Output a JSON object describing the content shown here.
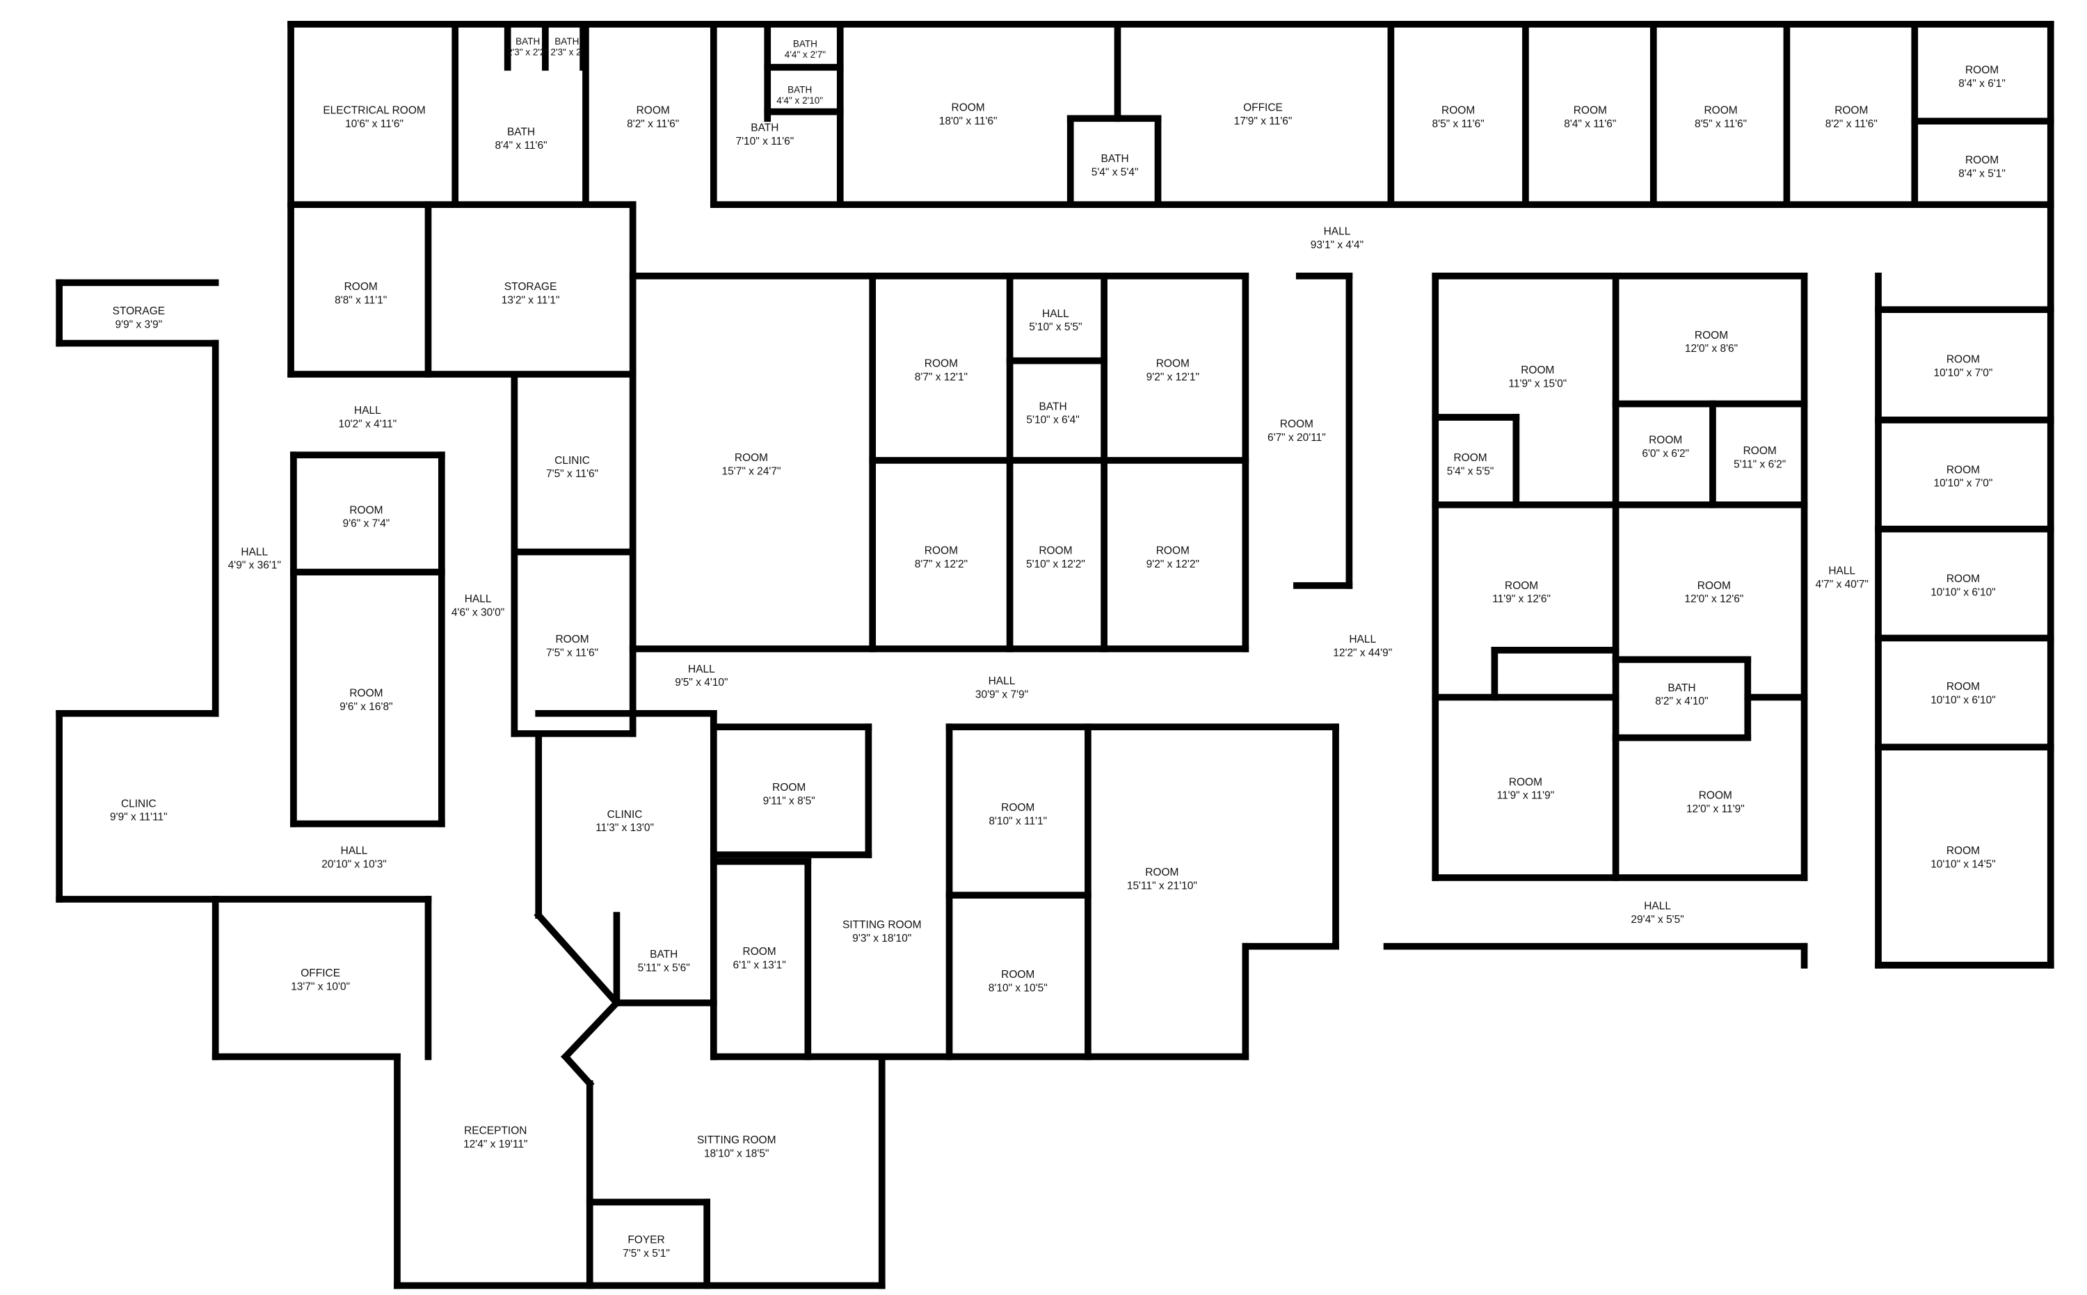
{
  "floor_plan": {
    "rooms": [
      {
        "name": "ELECTRICAL ROOM",
        "dims": "10'6\" x 11'6\""
      },
      {
        "name": "BATH",
        "dims": "2'3\" x 2'2\""
      },
      {
        "name": "BATH",
        "dims": "2'3\" x 2'"
      },
      {
        "name": "BATH",
        "dims": "8'4\" x 11'6\""
      },
      {
        "name": "ROOM",
        "dims": "8'2\" x 11'6\""
      },
      {
        "name": "BATH",
        "dims": "4'4\" x 2'7\""
      },
      {
        "name": "BATH",
        "dims": "4'4\" x 2'10\""
      },
      {
        "name": "BATH",
        "dims": "7'10\" x 11'6\""
      },
      {
        "name": "ROOM",
        "dims": "18'0\" x 11'6\""
      },
      {
        "name": "BATH",
        "dims": "5'4\" x 5'4\""
      },
      {
        "name": "OFFICE",
        "dims": "17'9\" x 11'6\""
      },
      {
        "name": "ROOM",
        "dims": "8'5\" x 11'6\""
      },
      {
        "name": "ROOM",
        "dims": "8'4\" x 11'6\""
      },
      {
        "name": "ROOM",
        "dims": "8'5\" x 11'6\""
      },
      {
        "name": "ROOM",
        "dims": "8'2\" x 11'6\""
      },
      {
        "name": "ROOM",
        "dims": "8'4\" x 6'1\""
      },
      {
        "name": "ROOM",
        "dims": "8'4\" x 5'1\""
      },
      {
        "name": "HALL",
        "dims": "93'1\" x 4'4\""
      },
      {
        "name": "STORAGE",
        "dims": "9'9\" x 3'9\""
      },
      {
        "name": "ROOM",
        "dims": "8'8\" x 11'1\""
      },
      {
        "name": "STORAGE",
        "dims": "13'2\" x 11'1\""
      },
      {
        "name": "HALL",
        "dims": "10'2\" x 4'11\""
      },
      {
        "name": "CLINIC",
        "dims": "7'5\" x 11'6\""
      },
      {
        "name": "ROOM",
        "dims": "15'7\" x 24'7\""
      },
      {
        "name": "ROOM",
        "dims": "8'7\" x 12'1\""
      },
      {
        "name": "HALL",
        "dims": "5'10\" x 5'5\""
      },
      {
        "name": "BATH",
        "dims": "5'10\" x 6'4\""
      },
      {
        "name": "ROOM",
        "dims": "9'2\" x 12'1\""
      },
      {
        "name": "ROOM",
        "dims": "6'7\" x 20'11\""
      },
      {
        "name": "ROOM",
        "dims": "9'6\" x 7'4\""
      },
      {
        "name": "HALL",
        "dims": "4'9\" x 36'1\""
      },
      {
        "name": "HALL",
        "dims": "4'6\" x 30'0\""
      },
      {
        "name": "ROOM",
        "dims": "8'7\" x 12'2\""
      },
      {
        "name": "ROOM",
        "dims": "5'10\" x 12'2\""
      },
      {
        "name": "ROOM",
        "dims": "9'2\" x 12'2\""
      },
      {
        "name": "ROOM",
        "dims": "7'5\" x 11'6\""
      },
      {
        "name": "HALL",
        "dims": "9'5\" x 4'10\""
      },
      {
        "name": "HALL",
        "dims": "30'9\" x 7'9\""
      },
      {
        "name": "HALL",
        "dims": "12'2\" x 44'9\""
      },
      {
        "name": "ROOM",
        "dims": "9'6\" x 16'8\""
      },
      {
        "name": "ROOM",
        "dims": "11'9\" x 15'0\""
      },
      {
        "name": "ROOM",
        "dims": "12'0\" x 8'6\""
      },
      {
        "name": "ROOM",
        "dims": "5'4\" x 5'5\""
      },
      {
        "name": "ROOM",
        "dims": "6'0\" x 6'2\""
      },
      {
        "name": "ROOM",
        "dims": "5'11\" x 6'2\""
      },
      {
        "name": "ROOM",
        "dims": "11'9\" x 12'6\""
      },
      {
        "name": "ROOM",
        "dims": "12'0\" x 12'6\""
      },
      {
        "name": "BATH",
        "dims": "8'2\" x 4'10\""
      },
      {
        "name": "ROOM",
        "dims": "11'9\" x 11'9\""
      },
      {
        "name": "ROOM",
        "dims": "12'0\" x 11'9\""
      },
      {
        "name": "HALL",
        "dims": "4'7\" x 40'7\""
      },
      {
        "name": "ROOM",
        "dims": "10'10\" x 7'0\""
      },
      {
        "name": "ROOM",
        "dims": "10'10\" x 7'0\""
      },
      {
        "name": "ROOM",
        "dims": "10'10\" x 6'10\""
      },
      {
        "name": "ROOM",
        "dims": "10'10\" x 6'10\""
      },
      {
        "name": "ROOM",
        "dims": "10'10\" x 14'5\""
      },
      {
        "name": "HALL",
        "dims": "29'4\" x 5'5\""
      },
      {
        "name": "CLINIC",
        "dims": "9'9\" x 11'11\""
      },
      {
        "name": "HALL",
        "dims": "20'10\" x 10'3\""
      },
      {
        "name": "CLINIC",
        "dims": "11'3\" x 13'0\""
      },
      {
        "name": "ROOM",
        "dims": "9'11\" x 8'5\""
      },
      {
        "name": "ROOM",
        "dims": "8'10\" x 11'1\""
      },
      {
        "name": "ROOM",
        "dims": "15'11\" x 21'10\""
      },
      {
        "name": "SITTING ROOM",
        "dims": "9'3\" x 18'10\""
      },
      {
        "name": "ROOM",
        "dims": "6'1\" x 13'1\""
      },
      {
        "name": "BATH",
        "dims": "5'11\" x 5'6\""
      },
      {
        "name": "ROOM",
        "dims": "8'10\" x 10'5\""
      },
      {
        "name": "OFFICE",
        "dims": "13'7\" x 10'0\""
      },
      {
        "name": "RECEPTION",
        "dims": "12'4\" x 19'11\""
      },
      {
        "name": "SITTING ROOM",
        "dims": "18'10\" x 18'5\""
      },
      {
        "name": "FOYER",
        "dims": "7'5\" x 5'1\""
      }
    ]
  }
}
